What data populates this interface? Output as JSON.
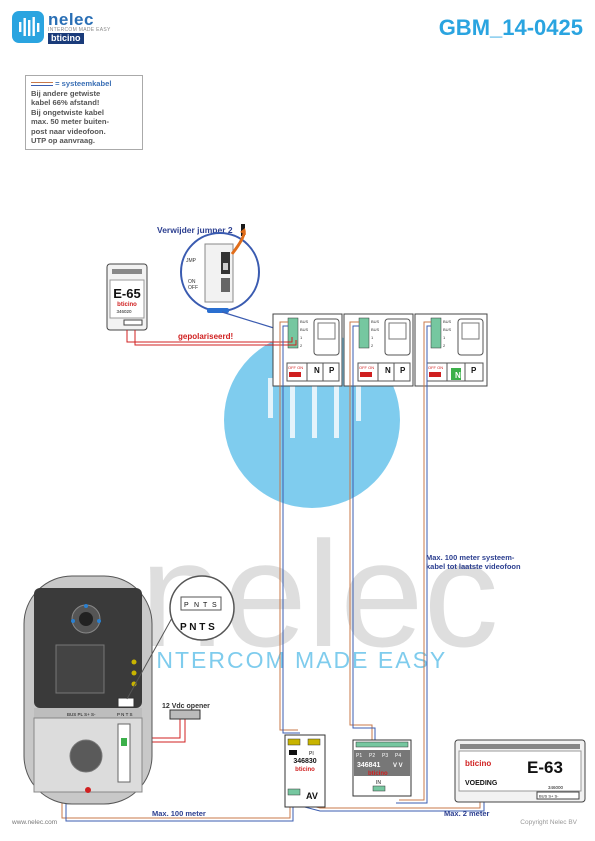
{
  "header": {
    "brand_name": "nelec",
    "brand_sub": "INTERCOM MADE EASY",
    "brand_partner": "bticino",
    "doc_code": "GBM_14-0425"
  },
  "note": {
    "legend": "= systeemkabel",
    "lines": [
      "Bij andere getwiste",
      "kabel 66% afstand!",
      "Bij ongetwiste kabel",
      "max. 50 meter buiten-",
      "post naar videofoon.",
      "UTP op aanvraag."
    ]
  },
  "watermark": {
    "word": "nelec",
    "tagline": "INTERCOM MADE EASY"
  },
  "labels": {
    "jumper": "Verwijder jumper 2",
    "polarized": "gepolariseerd!",
    "max_100_system": "Max. 100 meter systeem-",
    "max_100_system_2": "kabel tot laatste videofoon",
    "max_100": "Max. 100 meter",
    "max_2": "Max. 2 meter",
    "opener": "12 Vdc opener"
  },
  "jumper_detail": {
    "jmp": "JMP",
    "on": "ON",
    "off": "OFF"
  },
  "e65": {
    "title": "E-65",
    "brand": "bticino",
    "code": "346020"
  },
  "e63": {
    "title": "E-63",
    "brand": "bticino",
    "sub": "VOEDING",
    "code": "346000",
    "terms": "BUS S+ S-"
  },
  "videophone": {
    "terms": [
      "BUS",
      "BUS",
      "1",
      "2"
    ],
    "switch": "OFF ON",
    "n": "N",
    "p": "P"
  },
  "module_346830": {
    "code": "346830",
    "brand": "bticino",
    "pi": "PI",
    "av": "AV"
  },
  "module_346841": {
    "code": "346841",
    "brand": "bticino",
    "terms": [
      "P1",
      "P2",
      "P3",
      "P4"
    ],
    "vv": "V V",
    "in": "IN"
  },
  "panel": {
    "terms": "BUS PL S+ S-",
    "pnts": "P N T S"
  },
  "zoom": {
    "top": [
      "P",
      "N",
      "T",
      "S"
    ],
    "bottom": "P N T S"
  },
  "footer": {
    "left": "www.nelec.com",
    "right": "Copyright Nelec BV"
  },
  "colors": {
    "brand_blue": "#2aa4e0",
    "dark_blue": "#1a3b7a",
    "red": "#d02020",
    "wire_orange": "#c8794a",
    "wire_blue": "#3b5db0"
  }
}
